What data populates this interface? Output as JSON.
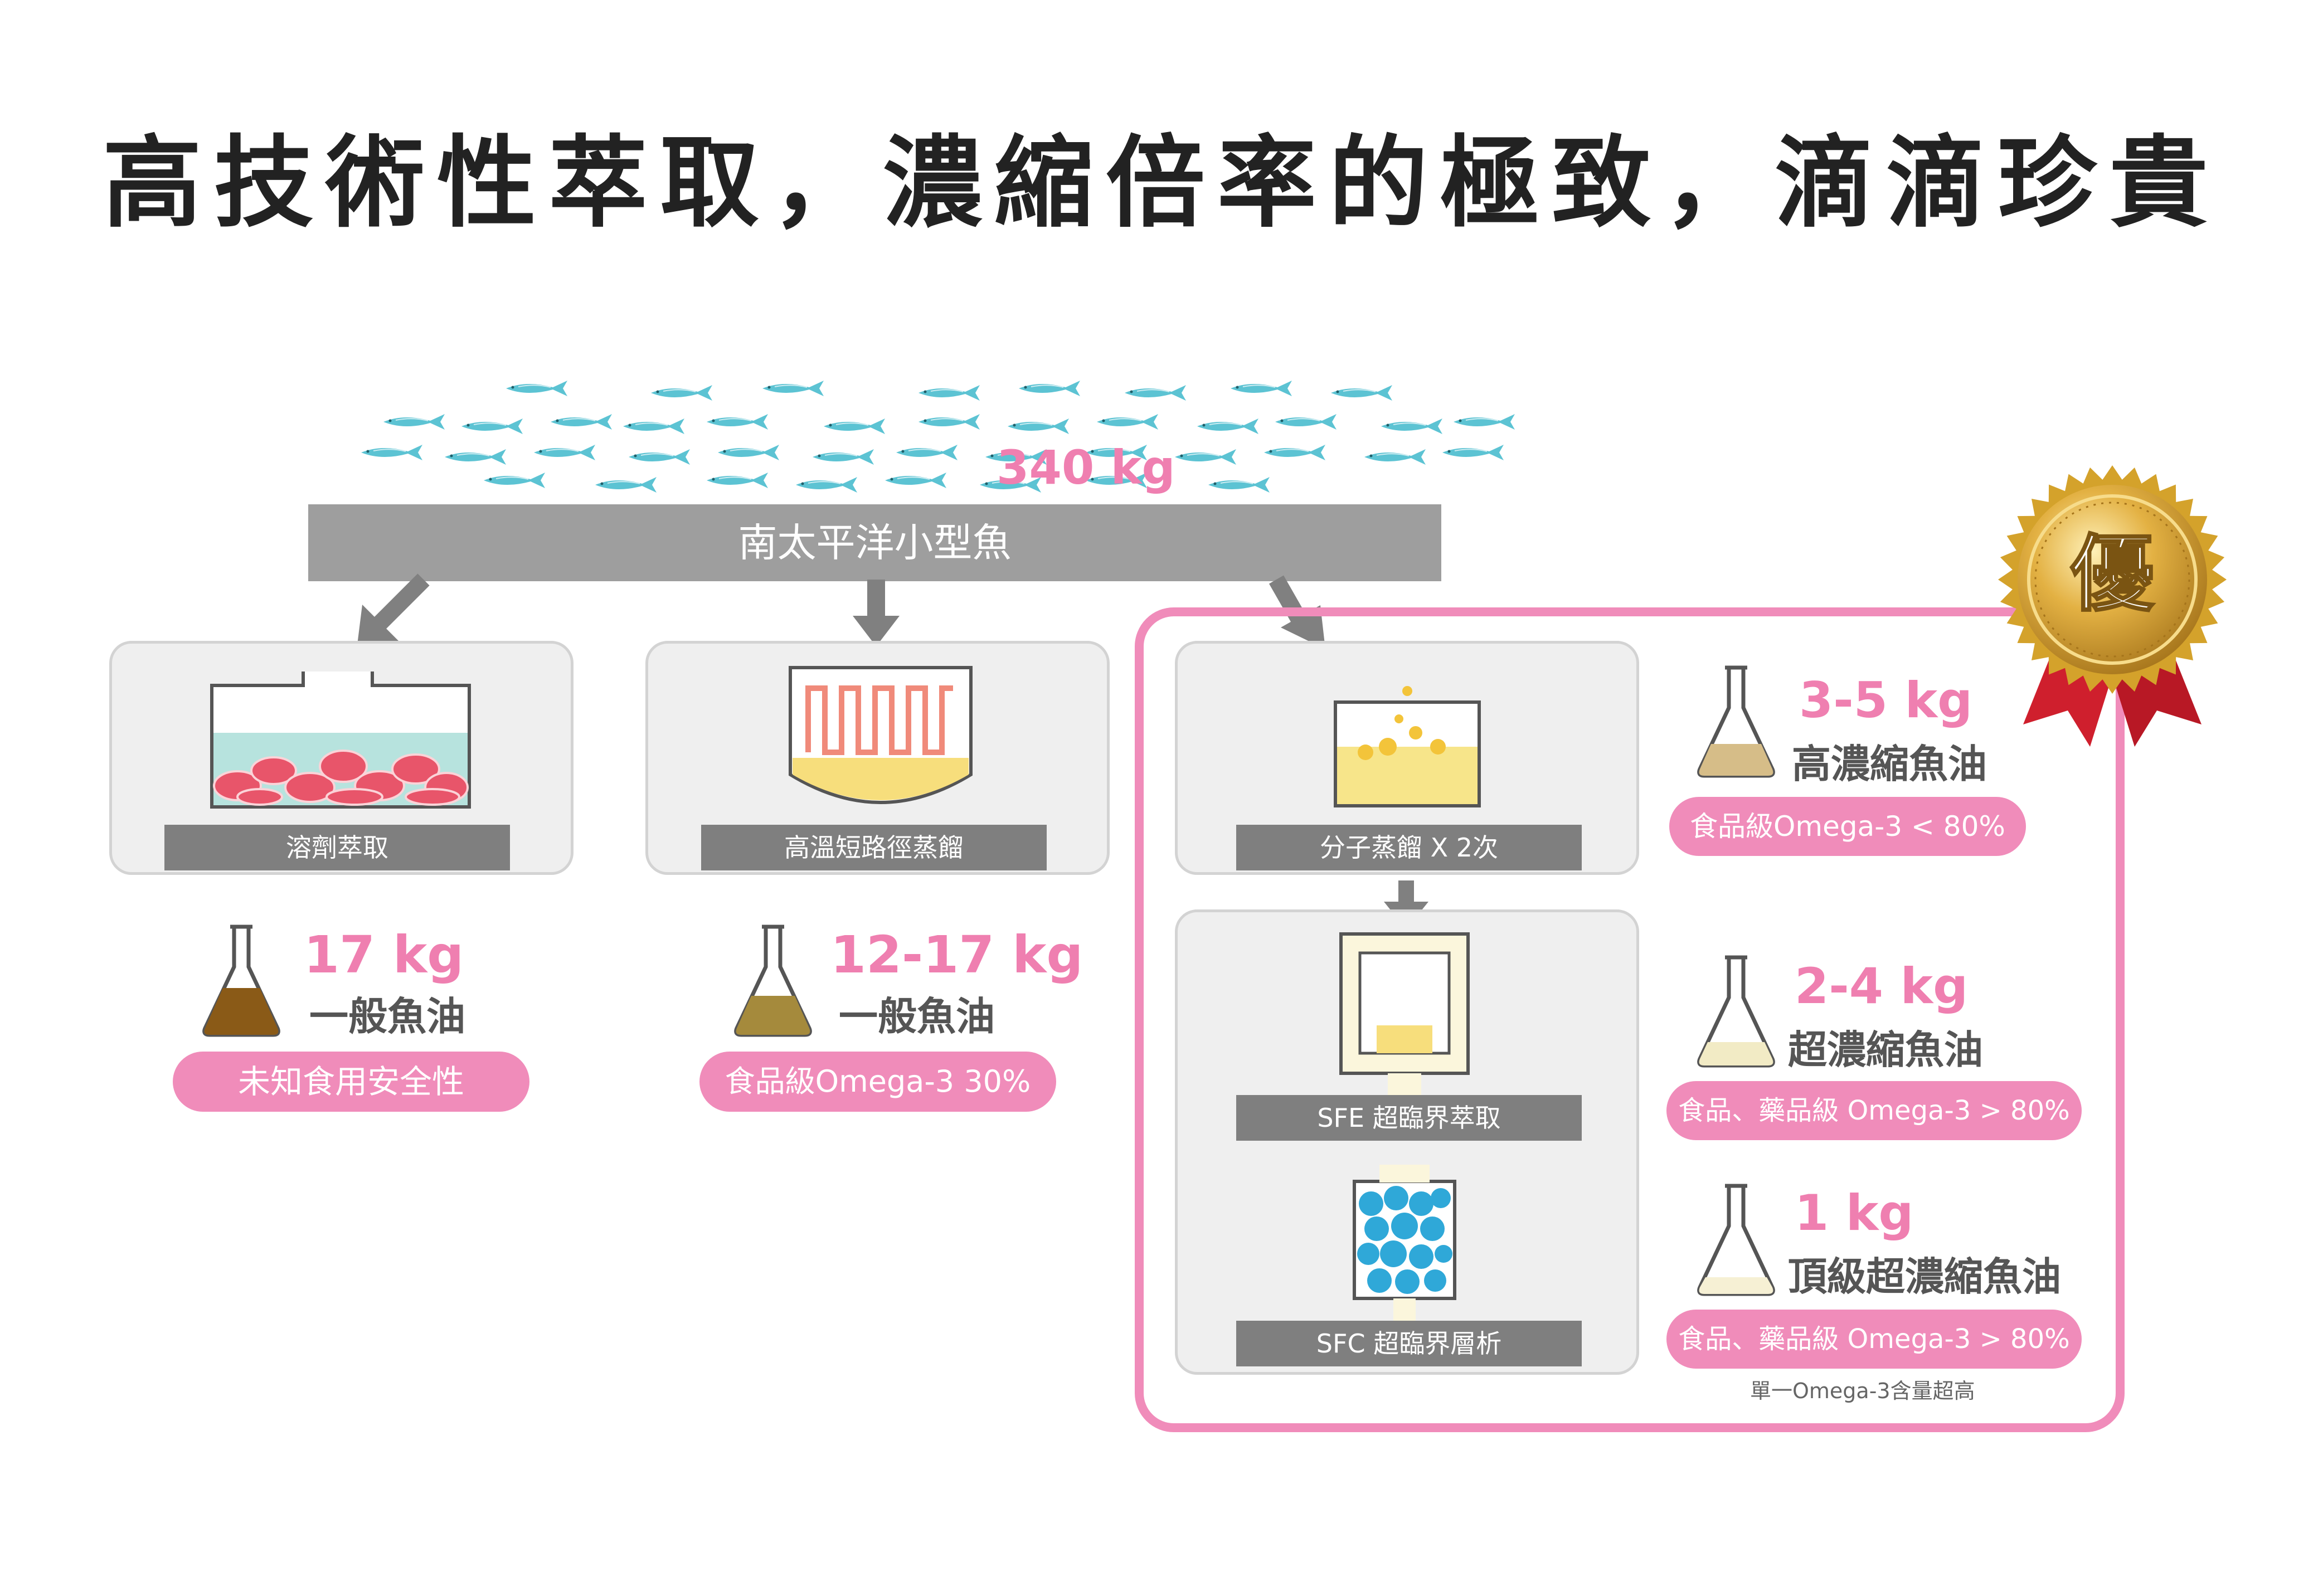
{
  "title": "高技術性萃取，濃縮倍率的極致，滴滴珍貴",
  "source": {
    "fish_weight": "340 kg",
    "fish_name": "南太平洋小型魚"
  },
  "badge": {
    "text": "優"
  },
  "methods": [
    {
      "process": "溶劑萃取",
      "quantity": "17 kg",
      "product": "一般魚油",
      "grade": "未知食用安全性"
    },
    {
      "process": "高溫短路徑蒸餾",
      "quantity": "12-17 kg",
      "product": "一般魚油",
      "grade": "食品級Omega-3 30%"
    }
  ],
  "premium": {
    "steps": [
      "分子蒸餾 X 2次",
      "SFE 超臨界萃取",
      "SFC 超臨界層析"
    ],
    "outputs": [
      {
        "quantity": "3-5 kg",
        "product": "高濃縮魚油",
        "grade": "食品級Omega-3 < 80%"
      },
      {
        "quantity": "2-4 kg",
        "product": "超濃縮魚油",
        "grade": "食品、藥品級 Omega-3 > 80%"
      },
      {
        "quantity": "1 kg",
        "product": "頂級超濃縮魚油",
        "grade": "食品、藥品級 Omega-3 > 80%",
        "note": "單一Omega-3含量超高"
      }
    ]
  },
  "colors": {
    "pink": "#f08cba",
    "gray_bar": "#9e9e9e",
    "label_bar": "#7f7f7f",
    "fish": "#5cc3d3",
    "gold": "#d4a22b",
    "ribbon": "#cf1f2d"
  },
  "icons": [
    "fish-icon",
    "arrow-down-icon",
    "flask-icon",
    "award-medal-icon"
  ]
}
